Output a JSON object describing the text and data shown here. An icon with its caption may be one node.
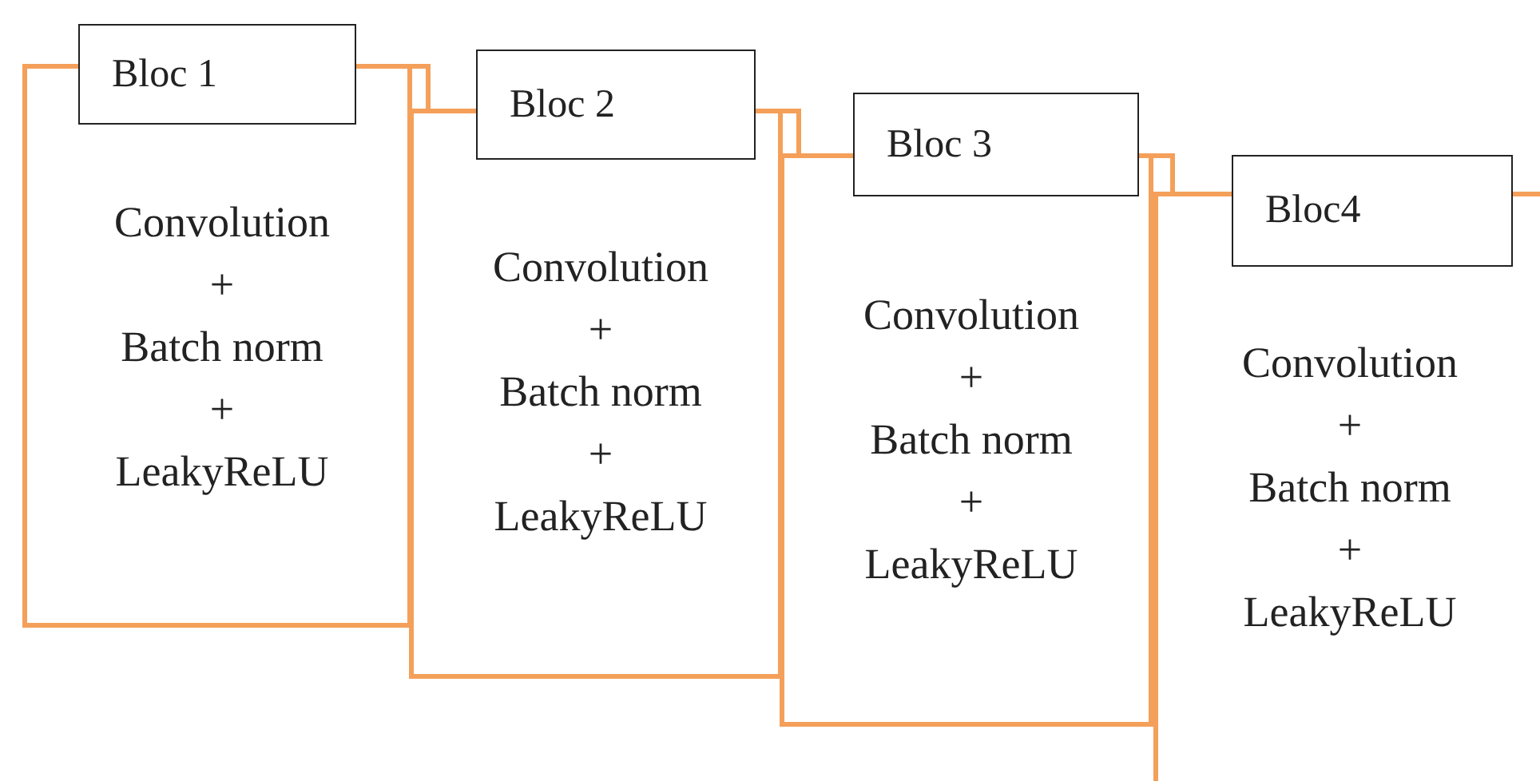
{
  "diagram": {
    "nodes": [
      {
        "text": [
          "Bloc 1",
          "Convolution",
          "+",
          "Batch norm",
          "+",
          "LeakyReLU"
        ]
      },
      {
        "text": [
          "Bloc 2",
          "Convolution",
          "+",
          "Batch norm",
          "+",
          "LeakyReLU"
        ]
      },
      {
        "text": [
          "Bloc 3",
          "Convolution",
          "+",
          "Batch norm",
          "+",
          "LeakyReLU"
        ]
      },
      {
        "text": [
          "Bloc4",
          "Convolution",
          "+",
          "Batch norm",
          "+",
          "LeakyReLU"
        ]
      }
    ],
    "edges": [
      {
        "from": 0,
        "to": 1,
        "arrow": "none"
      },
      {
        "from": 1,
        "to": 2,
        "arrow": "none"
      },
      {
        "from": 2,
        "to": 3,
        "arrow": "none"
      }
    ]
  }
}
